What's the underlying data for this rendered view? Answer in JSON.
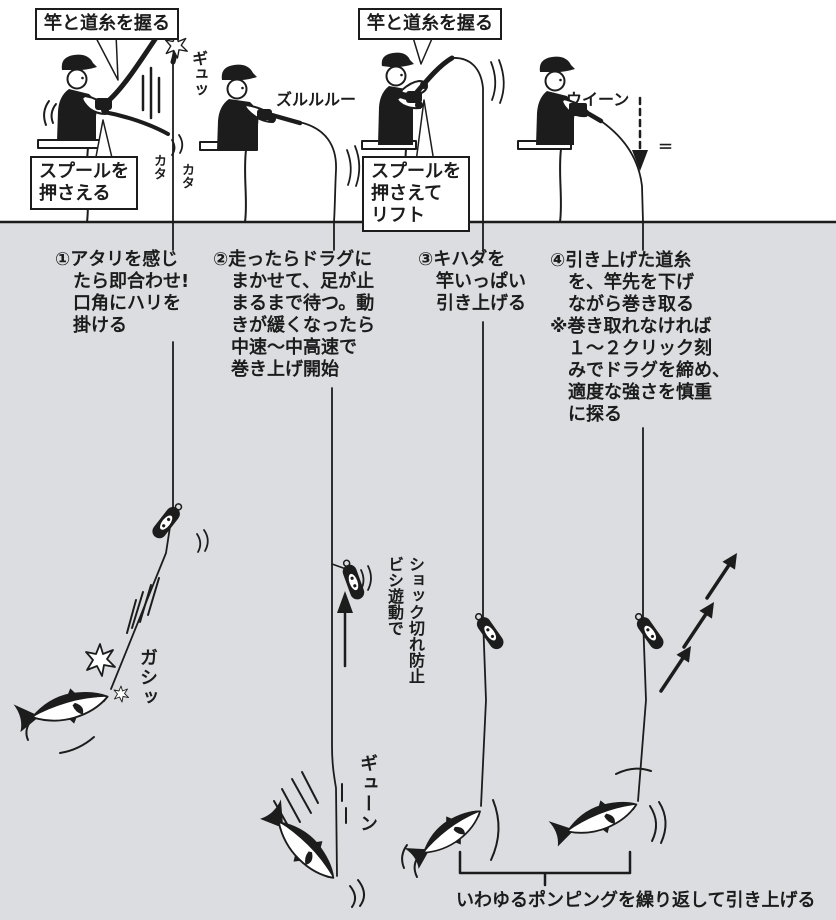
{
  "colors": {
    "ink": "#1c1c1c",
    "sea": "#dcdde0",
    "paper": "#ffffff"
  },
  "panel1": {
    "grip_label": "竿と道糸を握る",
    "spool_label": "スプールを\n押さえる",
    "sfx_squeeze": "ギュッ",
    "sfx_rattle_1": "カタ",
    "sfx_rattle_2": "カタ",
    "step": "①アタリを感じ\n　たら即合わせ!\n　口角にハリを\n　掛ける",
    "sfx_hook": "ガシッ"
  },
  "panel2": {
    "sfx_slide": "ズルルルー",
    "step": "②走ったらドラグに\n　まかせて、足が止\n　まるまで待つ。動\n　きが緩くなったら\n　中速〜中高速で\n　巻き上げ開始",
    "shock_note": "ビシ遊動で\nショック切れ防止",
    "sfx_dive": "ギューン"
  },
  "panel3": {
    "grip_label": "竿と道糸を握る",
    "spool_label": "スプールを\n押さえて\nリフト",
    "step": "③キハダを\n　竿いっぱい\n　引き上げる"
  },
  "panel4": {
    "sfx_motor": "ウイーン",
    "surface_mark": "＝",
    "step": "④引き上げた道糸\n　を、竿先を下げ\n　ながら巻き取る\n※巻き取れなければ\n　１〜２クリック刻\n　みでドラグを締め、\n　適度な強さを慎重\n　に探る"
  },
  "footer": {
    "caption": "いわゆるポンピングを繰り返して引き上げる"
  }
}
